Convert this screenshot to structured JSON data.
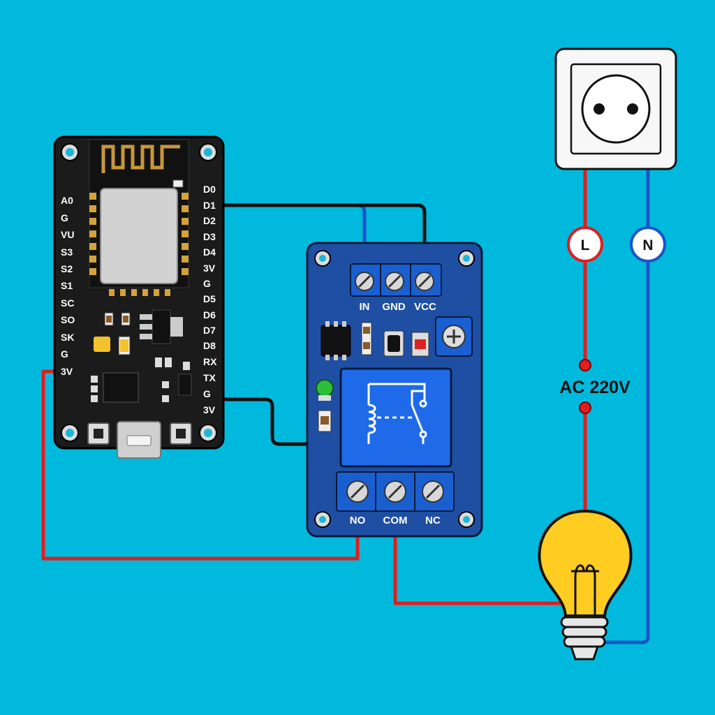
{
  "colors": {
    "background": "#00b9dc",
    "wire_red": "#e01e1e",
    "wire_blue": "#1a55c9",
    "wire_black": "#111111",
    "board_black": "#1b1b1b",
    "relay_blue": "#1f4fa3",
    "bulb_yellow": "#ffcc22",
    "socket_white": "#f7f7f7"
  },
  "esp_board": {
    "left_pins": [
      "A0",
      "G",
      "VU",
      "S3",
      "S2",
      "S1",
      "SC",
      "SO",
      "SK",
      "G",
      "3V"
    ],
    "right_pins": [
      "D0",
      "D1",
      "D2",
      "D3",
      "D4",
      "3V",
      "G",
      "D5",
      "D6",
      "D7",
      "D8",
      "RX",
      "TX",
      "G",
      "3V"
    ]
  },
  "relay_module": {
    "input_terminals": [
      "IN",
      "GND",
      "VCC"
    ],
    "output_terminals": [
      "NO",
      "COM",
      "NC"
    ],
    "icons": [
      "potentiometer-icon",
      "relay-coil-icon",
      "relay-switch-icon",
      "screw-terminal-icon"
    ]
  },
  "mains": {
    "line_label": "L",
    "neutral_label": "N",
    "supply_label": "AC 220V",
    "icons": [
      "wall-socket-icon",
      "light-bulb-icon"
    ]
  }
}
